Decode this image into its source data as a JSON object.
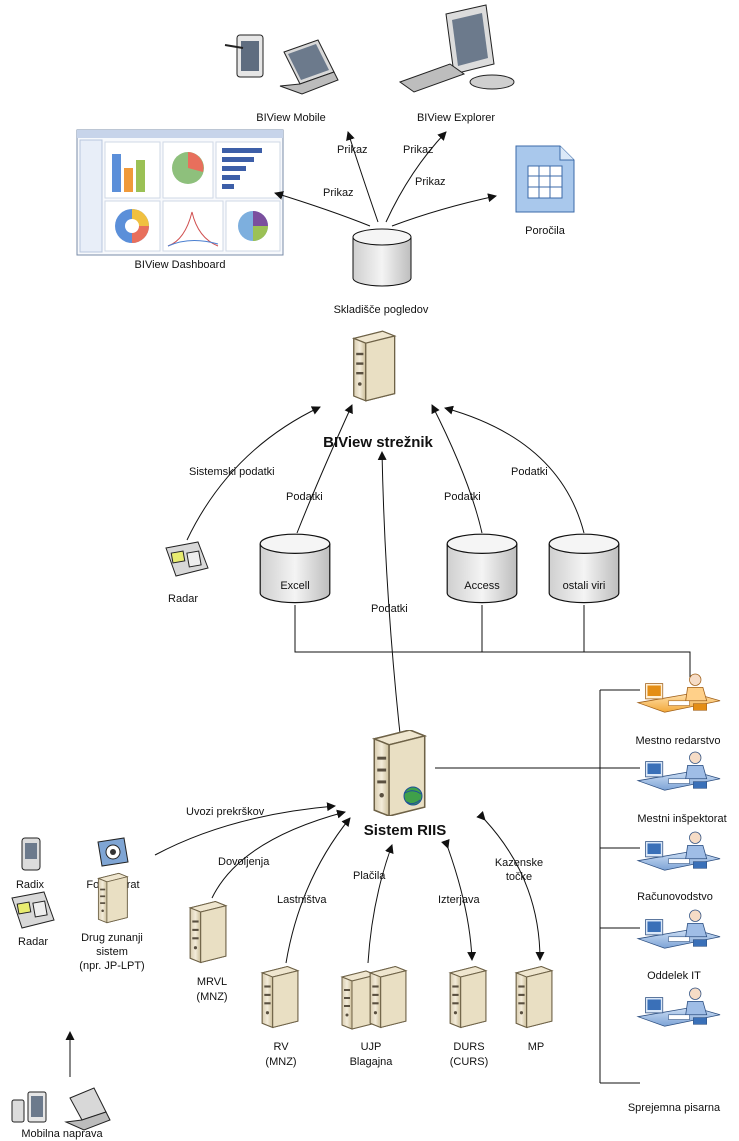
{
  "top": {
    "mobile": "BIView Mobile",
    "explorer": "BIView Explorer",
    "dashboard": "BIView Dashboard",
    "reports": "Poročila",
    "prikaz": "Prikaz"
  },
  "store": {
    "label": "Skladišče pogledov"
  },
  "server": {
    "label": "BIView strežnik"
  },
  "sources": {
    "system_data": "Sistemski podatki",
    "podatki": "Podatki",
    "radar": "Radar",
    "excel": "Excell",
    "access": "Access",
    "other": "ostali viri"
  },
  "riis": {
    "label": "Sistem RIIS",
    "imports": "Uvozi prekrškov",
    "permits": "Dovoljenja",
    "ownership": "Lastništva",
    "payments": "Plačila",
    "collection": "Izterjava",
    "penalty_1": "Kazenske",
    "penalty_2": "točke"
  },
  "external": {
    "radix": "Radix",
    "camera": "Fotoaparat",
    "radar": "Radar",
    "other_1": "Drug zunanji",
    "other_2": "sistem",
    "other_3": "(npr. JP-LPT)",
    "mobile": "Mobilna naprava"
  },
  "bottom_servers": {
    "mrvl_1": "MRVL",
    "mrvl_2": "(MNZ)",
    "rv_1": "RV",
    "rv_2": "(MNZ)",
    "ujp_1": "UJP",
    "ujp_2": "Blagajna",
    "durs_1": "DURS",
    "durs_2": "(CURS)",
    "mp": "MP"
  },
  "users": {
    "redarstvo": "Mestno redarstvo",
    "inspektorat": "Mestni inšpektorat",
    "racunovodstvo": "Računovodstvo",
    "it": "Oddelek IT",
    "pisarna": "Sprejemna pisarna"
  }
}
